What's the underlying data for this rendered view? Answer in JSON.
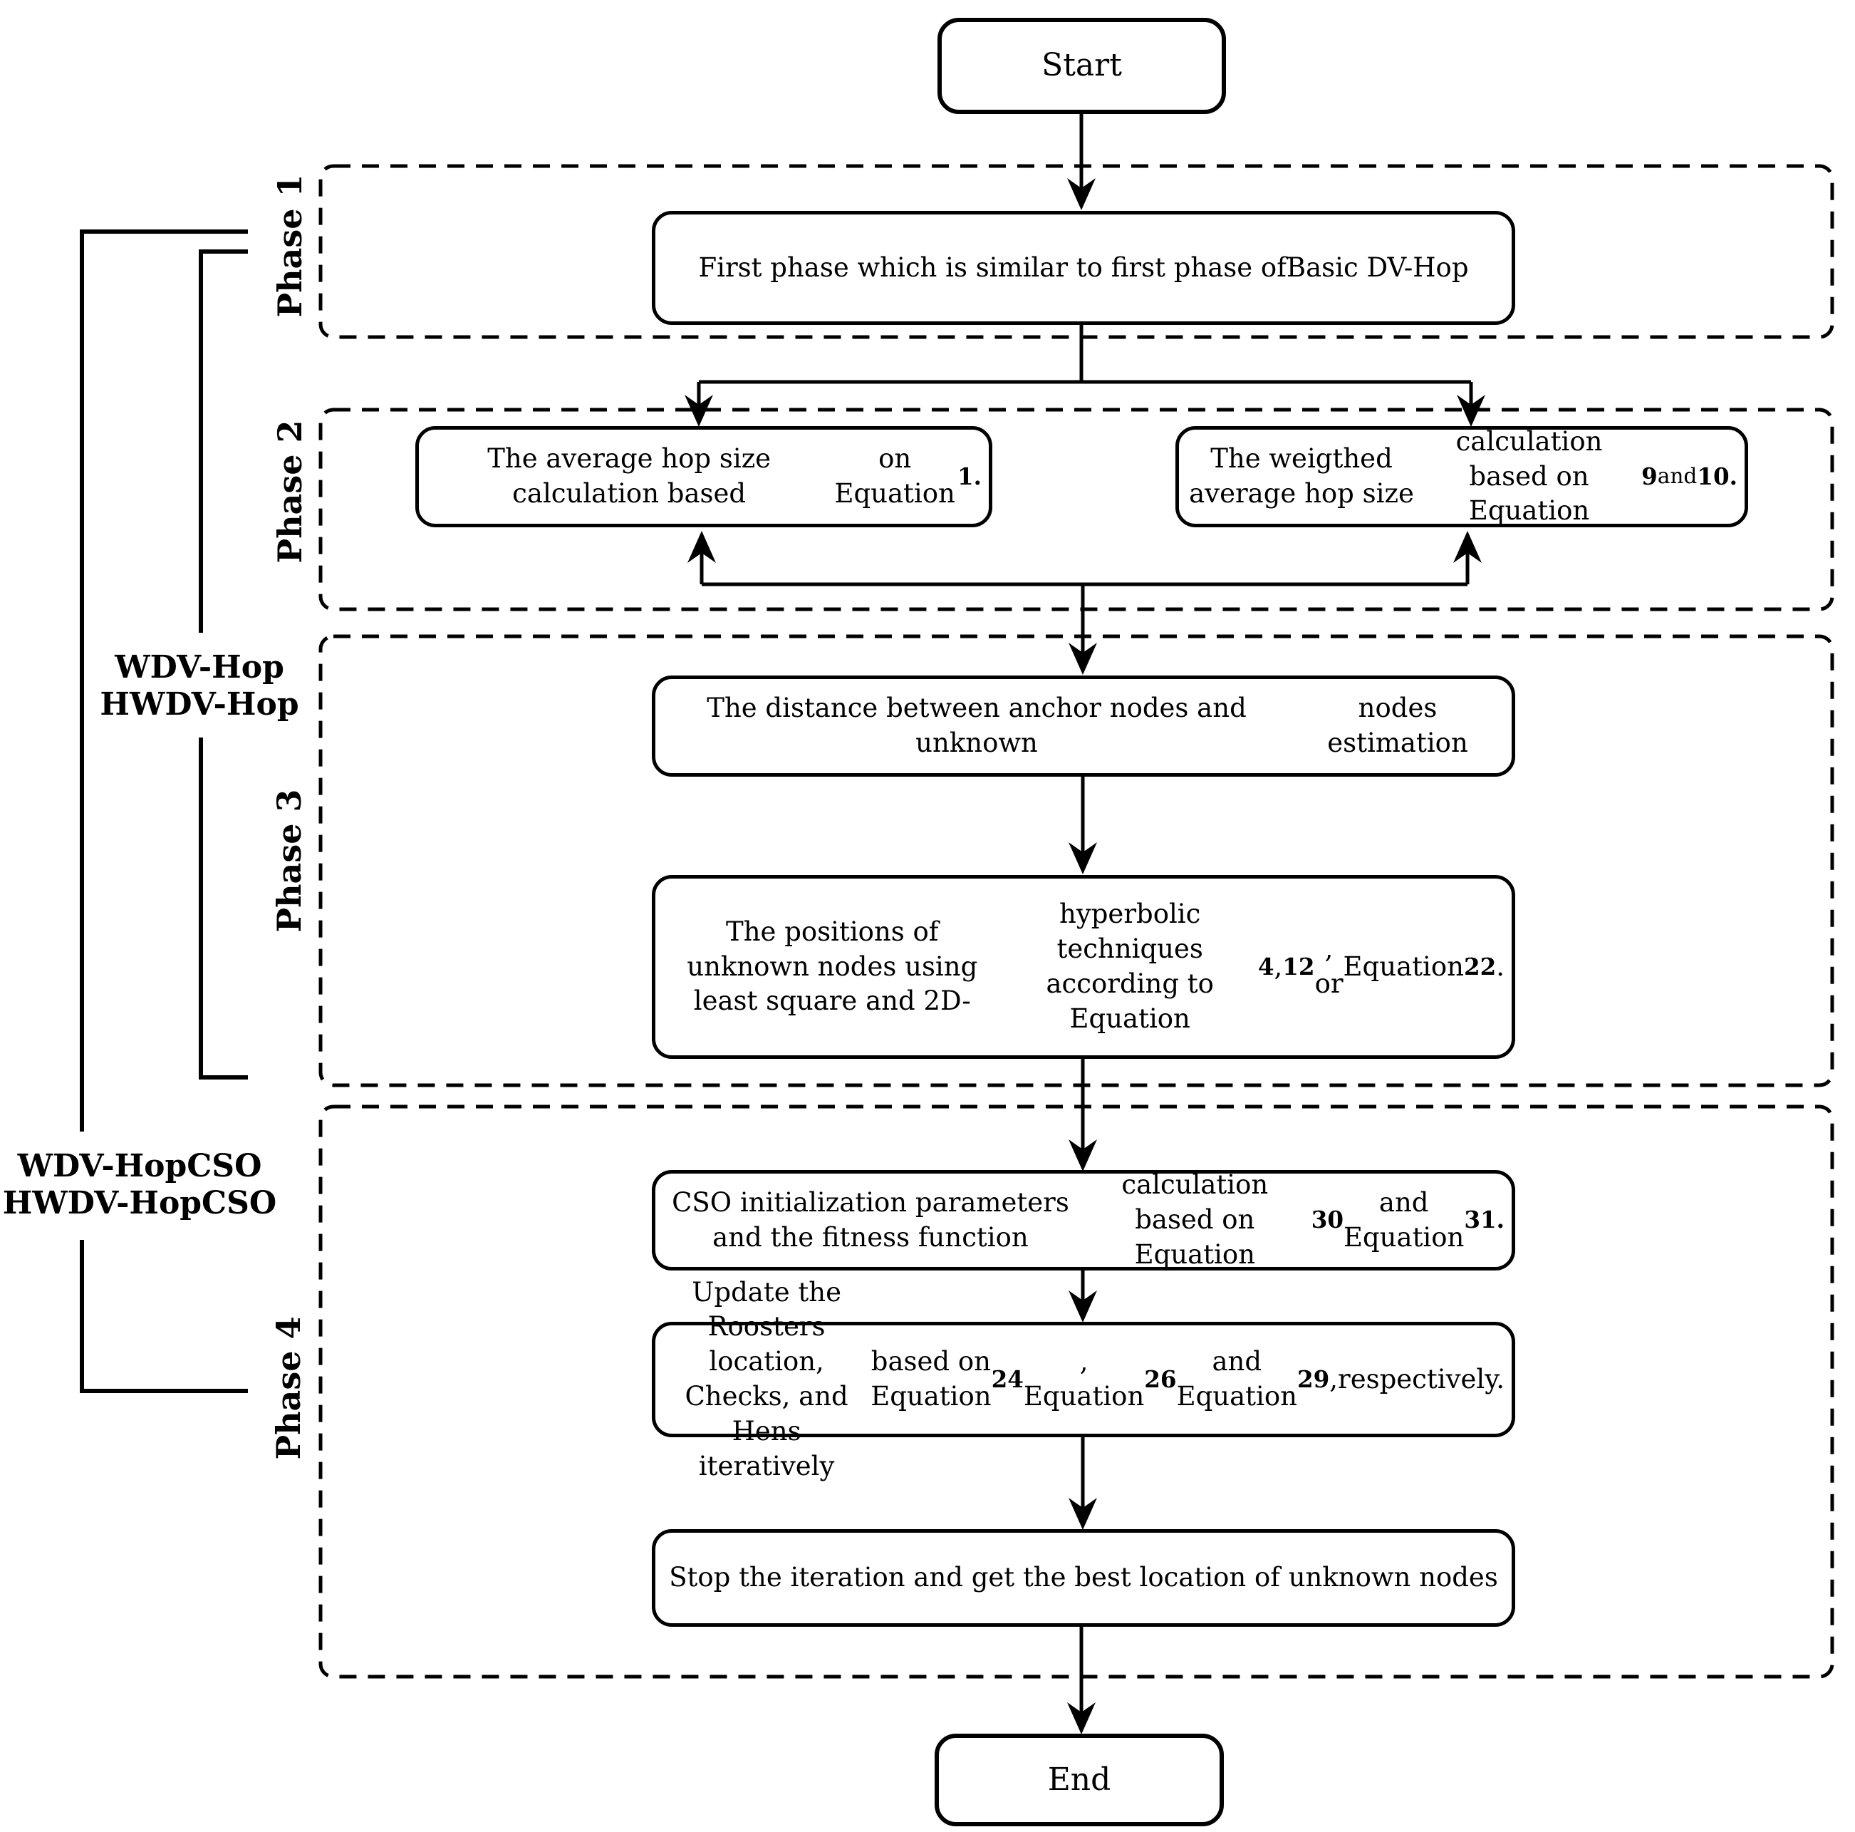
{
  "colors": {
    "ink": "#000000",
    "background": "#ffffff"
  },
  "flowchart": {
    "start_label": "Start",
    "end_label": "End",
    "phase_labels": [
      "Phase 1",
      "Phase 2",
      "Phase 3",
      "Phase 4"
    ],
    "bracket_labels": {
      "dvhop": {
        "line1": "WDV-Hop",
        "line2": "HWDV-Hop"
      },
      "cso": {
        "line1": "WDV-HopCSO",
        "line2": "HWDV-HopCSO"
      }
    },
    "nodes": {
      "phase1_main": {
        "lines": [
          [
            {
              "t": "First phase which is similar to first phase of"
            }
          ],
          [
            {
              "t": "Basic DV-Hop"
            }
          ]
        ]
      },
      "avg_hop": {
        "lines": [
          [
            {
              "t": "The average hop size calculation based"
            }
          ],
          [
            {
              "t": "on Equation "
            },
            {
              "t": "1.",
              "b": true
            }
          ]
        ]
      },
      "weighted_avg_hop": {
        "lines": [
          [
            {
              "t": "The weigthed average hop size"
            }
          ],
          [
            {
              "t": "calculation based on Equation "
            },
            {
              "t": "9",
              "b": true
            },
            {
              "t": " and ",
              "sm": true
            },
            {
              "t": "10.",
              "b": true
            }
          ]
        ]
      },
      "distance_estimation": {
        "lines": [
          [
            {
              "t": "The distance between anchor nodes and unknown"
            }
          ],
          [
            {
              "t": "nodes estimation"
            }
          ]
        ]
      },
      "position_estimation": {
        "lines": [
          [
            {
              "t": "The positions of unknown nodes using least square and 2D-"
            }
          ],
          [
            {
              "t": "hyperbolic techniques according to Equation "
            },
            {
              "t": "4",
              "b": true
            },
            {
              "t": ", "
            },
            {
              "t": "12",
              "b": true
            },
            {
              "t": ", or"
            }
          ],
          [
            {
              "t": "Equation "
            },
            {
              "t": "22",
              "b": true
            },
            {
              "t": "."
            }
          ]
        ]
      },
      "cso_init": {
        "lines": [
          [
            {
              "t": "CSO initialization parameters and the fitness function"
            }
          ],
          [
            {
              "t": "calculation based on Equation "
            },
            {
              "t": "30",
              "b": true
            },
            {
              "t": " and Equation "
            },
            {
              "t": "31.",
              "b": true
            }
          ]
        ]
      },
      "update_chickens": {
        "lines": [
          [
            {
              "t": "Update the Roosters location, Checks, and Hens iteratively"
            }
          ],
          [
            {
              "t": "based on Equation "
            },
            {
              "t": "24",
              "b": true
            },
            {
              "t": ", Equation "
            },
            {
              "t": "26",
              "b": true
            },
            {
              "t": " and Equation "
            },
            {
              "t": "29",
              "b": true
            },
            {
              "t": ","
            }
          ],
          [
            {
              "t": "respectively."
            }
          ]
        ]
      },
      "stop_iteration": {
        "lines": [
          [
            {
              "t": "Stop the iteration and get the best location of unknown nodes"
            }
          ]
        ]
      }
    }
  }
}
